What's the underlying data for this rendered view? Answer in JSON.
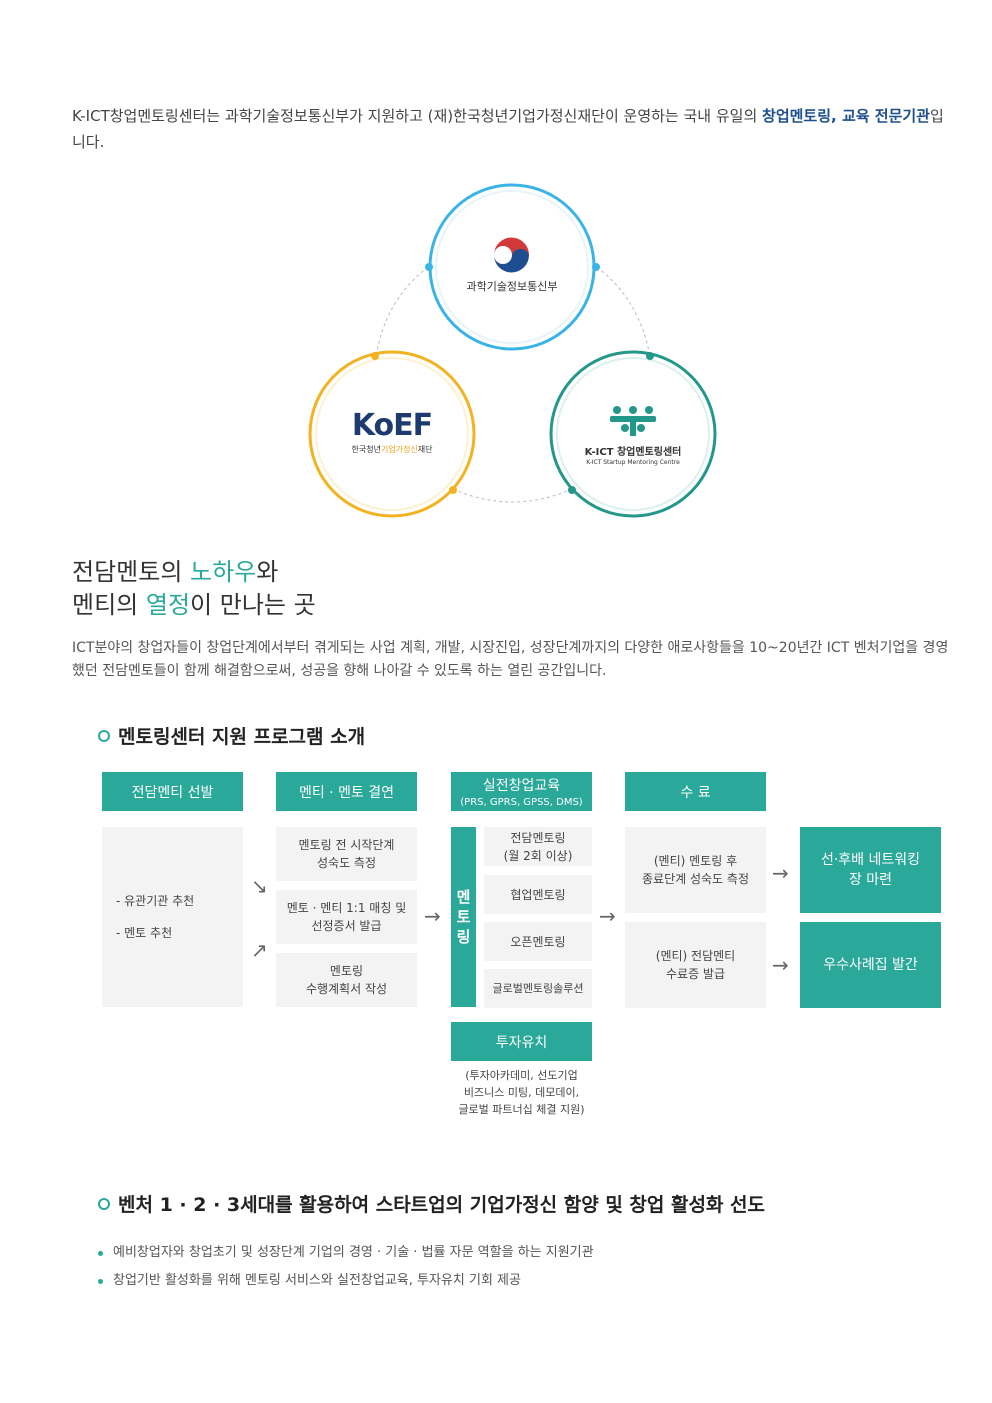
{
  "intro": {
    "text_before": "K-ICT창업멘토링센터는 과학기술정보통신부가 지원하고 (재)한국청년기업가정신재단이 운영하는 국내 유일의 ",
    "highlight": "창업멘토링, 교육 전문기관",
    "text_after": "입니다."
  },
  "diagram": {
    "top_label": "과학기술정보통신부",
    "left_logo_text": "KoEF",
    "left_label_a": "한국청년",
    "left_label_b": "기업가정신",
    "left_label_c": "재단",
    "right_label": "K-ICT 창업멘토링센터",
    "right_sublabel": "K-ICT Startup Mentoring Centre"
  },
  "headline": {
    "line1_a": "전담멘토의 ",
    "line1_hl": "노하우",
    "line1_b": "와",
    "line2_a": "멘티의 ",
    "line2_hl": "열정",
    "line2_b": "이 만나는 곳"
  },
  "description": "ICT분야의 창업자들이 창업단계에서부터 겪게되는 사업 계획, 개발, 시장진입, 성장단계까지의 다양한 애로사항들을 10~20년간 ICT 벤처기업을 경영했던 전담멘토들이 함께 해결함으로써, 성공을 향해 나아갈 수 있도록 하는 열린 공간입니다.",
  "program": {
    "title": "멘토링센터 지원 프로그램 소개",
    "col1_header": "전담멘티 선발",
    "col1_items": [
      "- 유관기관 추천",
      "- 멘토 추천"
    ],
    "col2_header": "멘티 · 멘토 결연",
    "col2_items": [
      "멘토링 전 시작단계\n성숙도 측정",
      "멘토 · 멘티 1:1 매칭 및\n선정증서 발급",
      "멘토링\n수행계획서 작성"
    ],
    "col3_header": "실전창업교육",
    "col3_sub": "(PRS, GPRS, GPSS, DMS)",
    "col3_vertical": [
      "멘",
      "토",
      "링"
    ],
    "col3_items": [
      "전담멘토링\n(월 2회 이상)",
      "협업멘토링",
      "오픈멘토링",
      "글로벌멘토링솔루션"
    ],
    "invest_header": "투자유치",
    "invest_note": "(투자아카데미, 선도기업\n비즈니스 미팅, 데모데이,\n글로벌 파트너십 체결 지원)",
    "col4_header": "수 료",
    "col4_items": [
      "(멘티) 멘토링 후\n종료단계 성숙도 측정",
      "(멘티) 전담멘티\n수료증 발급"
    ],
    "col5_items": [
      "선·후배 네트워킹\n장 마련",
      "우수사례집 발간"
    ]
  },
  "venture": {
    "title": "벤처 1 · 2 · 3세대를 활용하여 스타트업의 기업가정신 함양 및 창업 활성화 선도",
    "bullets": [
      "예비창업자와 창업초기 및 성장단계 기업의 경영 · 기술 · 법률 자문 역할을 하는 지원기관",
      "창업기반 활성화를 위해 멘토링 서비스와 실전창업교육, 투자유치 기회 제공"
    ]
  },
  "colors": {
    "teal": "#2aa89a",
    "navy": "#1d4e8f",
    "blue": "#3ab4e6",
    "orange": "#f2b320",
    "green": "#23988a"
  }
}
